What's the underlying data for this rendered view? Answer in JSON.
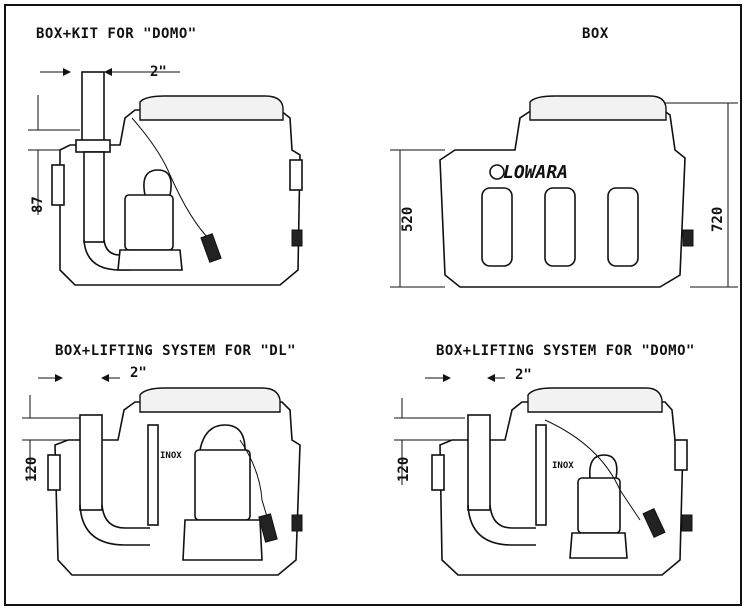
{
  "panels": {
    "top_left": {
      "title": "BOX+KIT FOR \"DOMO\"",
      "pipe_size": "2\"",
      "height_dim": "87"
    },
    "top_right": {
      "title": "BOX",
      "height_left": "520",
      "height_right": "720",
      "brand": "LOWARA"
    },
    "bottom_left": {
      "title": "BOX+LIFTING SYSTEM FOR \"DL\"",
      "pipe_size": "2\"",
      "height_dim": "120",
      "material_label": "INOX"
    },
    "bottom_right": {
      "title": "BOX+LIFTING SYSTEM FOR \"DOMO\"",
      "pipe_size": "2\"",
      "height_dim": "120",
      "material_label": "INOX"
    }
  }
}
